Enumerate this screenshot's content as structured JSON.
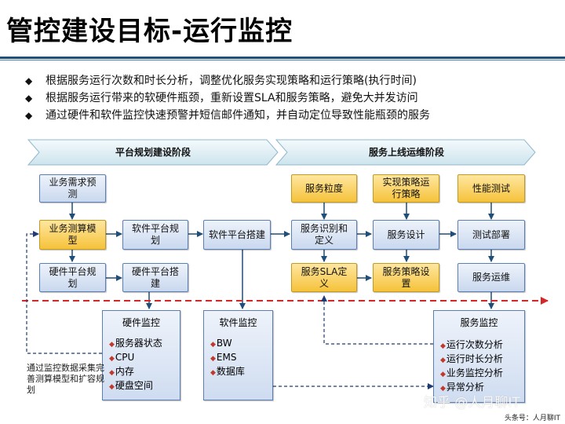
{
  "title": "管控建设目标-运行监控",
  "bullets": [
    "根据服务运行次数和时长分析，调整优化服务实现策略和运行策略(执行时间)",
    "根据服务运行带来的软硬件瓶颈，重新设置SLA和服务策略，避免大并发访问",
    "通过硬件和软件监控快速预警并短信邮件通知，并自动定位导致性能瓶颈的服务"
  ],
  "bullet_symbol": "◆",
  "phases": {
    "left": "平台规划建设阶段",
    "right": "服务上线运维阶段"
  },
  "boxes": {
    "biz_demand": "业务需求预测",
    "biz_calc_model": "业务测算模型",
    "hw_platform_plan": "硬件平台规划",
    "sw_platform_plan": "软件平台规划",
    "hw_platform_build": "硬件平台搭建",
    "sw_platform_build": "软件平台搭建",
    "service_granularity": "服务粒度",
    "service_identify": "服务识别和定义",
    "service_sla": "服务SLA定义",
    "impl_strategy": "实现策略运行策略",
    "service_design": "服务设计",
    "service_strategy_set": "服务策略设置",
    "perf_test": "性能测试",
    "test_deploy": "测试部署",
    "service_ops": "服务运维"
  },
  "panels": {
    "hw_monitor": {
      "title": "硬件监控",
      "items": [
        "服务器状态",
        "CPU",
        "内存",
        "硬盘空间"
      ]
    },
    "sw_monitor": {
      "title": "软件监控",
      "items": [
        "BW",
        "EMS",
        "数据库"
      ]
    },
    "svc_monitor": {
      "title": "服务监控",
      "items": [
        "运行次数分析",
        "运行时长分析",
        "业务监控分析",
        "异常分析"
      ]
    }
  },
  "item_symbol": "◆",
  "side_note": "通过监控数据采集完善测算模型和扩容规划",
  "watermark": "知乎 @人月聊IT",
  "footer": "头条号：人月聊IT",
  "colors": {
    "box_yellow": "#f5c23a",
    "box_blue": "#c9d8ee",
    "arrow_blue": "#1f4e79",
    "dashed_red": "#d62728",
    "dashed_navy": "#1f3b73",
    "phase_fill": "#ddeef5"
  }
}
